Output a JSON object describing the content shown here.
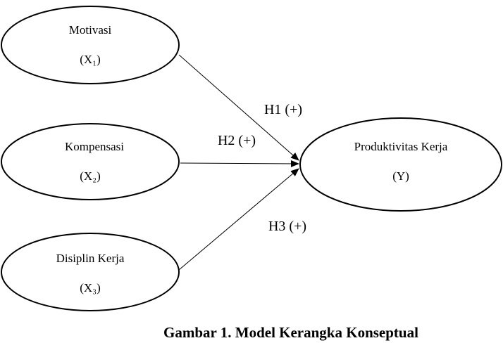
{
  "nodes": {
    "x1": {
      "name": "Motivasi",
      "symbol": "(X₁)"
    },
    "x2": {
      "name": "Kompensasi",
      "symbol": "(X₂)"
    },
    "x3": {
      "name": "Disiplin Kerja",
      "symbol": "(X₃)"
    },
    "y": {
      "name": "Produktivitas Kerja",
      "symbol": "(Y)"
    }
  },
  "edges": {
    "h1": {
      "label": "H1 (+)"
    },
    "h2": {
      "label": "H2 (+)"
    },
    "h3": {
      "label": "H3 (+)"
    }
  },
  "caption": "Gambar 1. Model Kerangka Konseptual",
  "colors": {
    "stroke": "#000000",
    "background": "#ffffff"
  }
}
